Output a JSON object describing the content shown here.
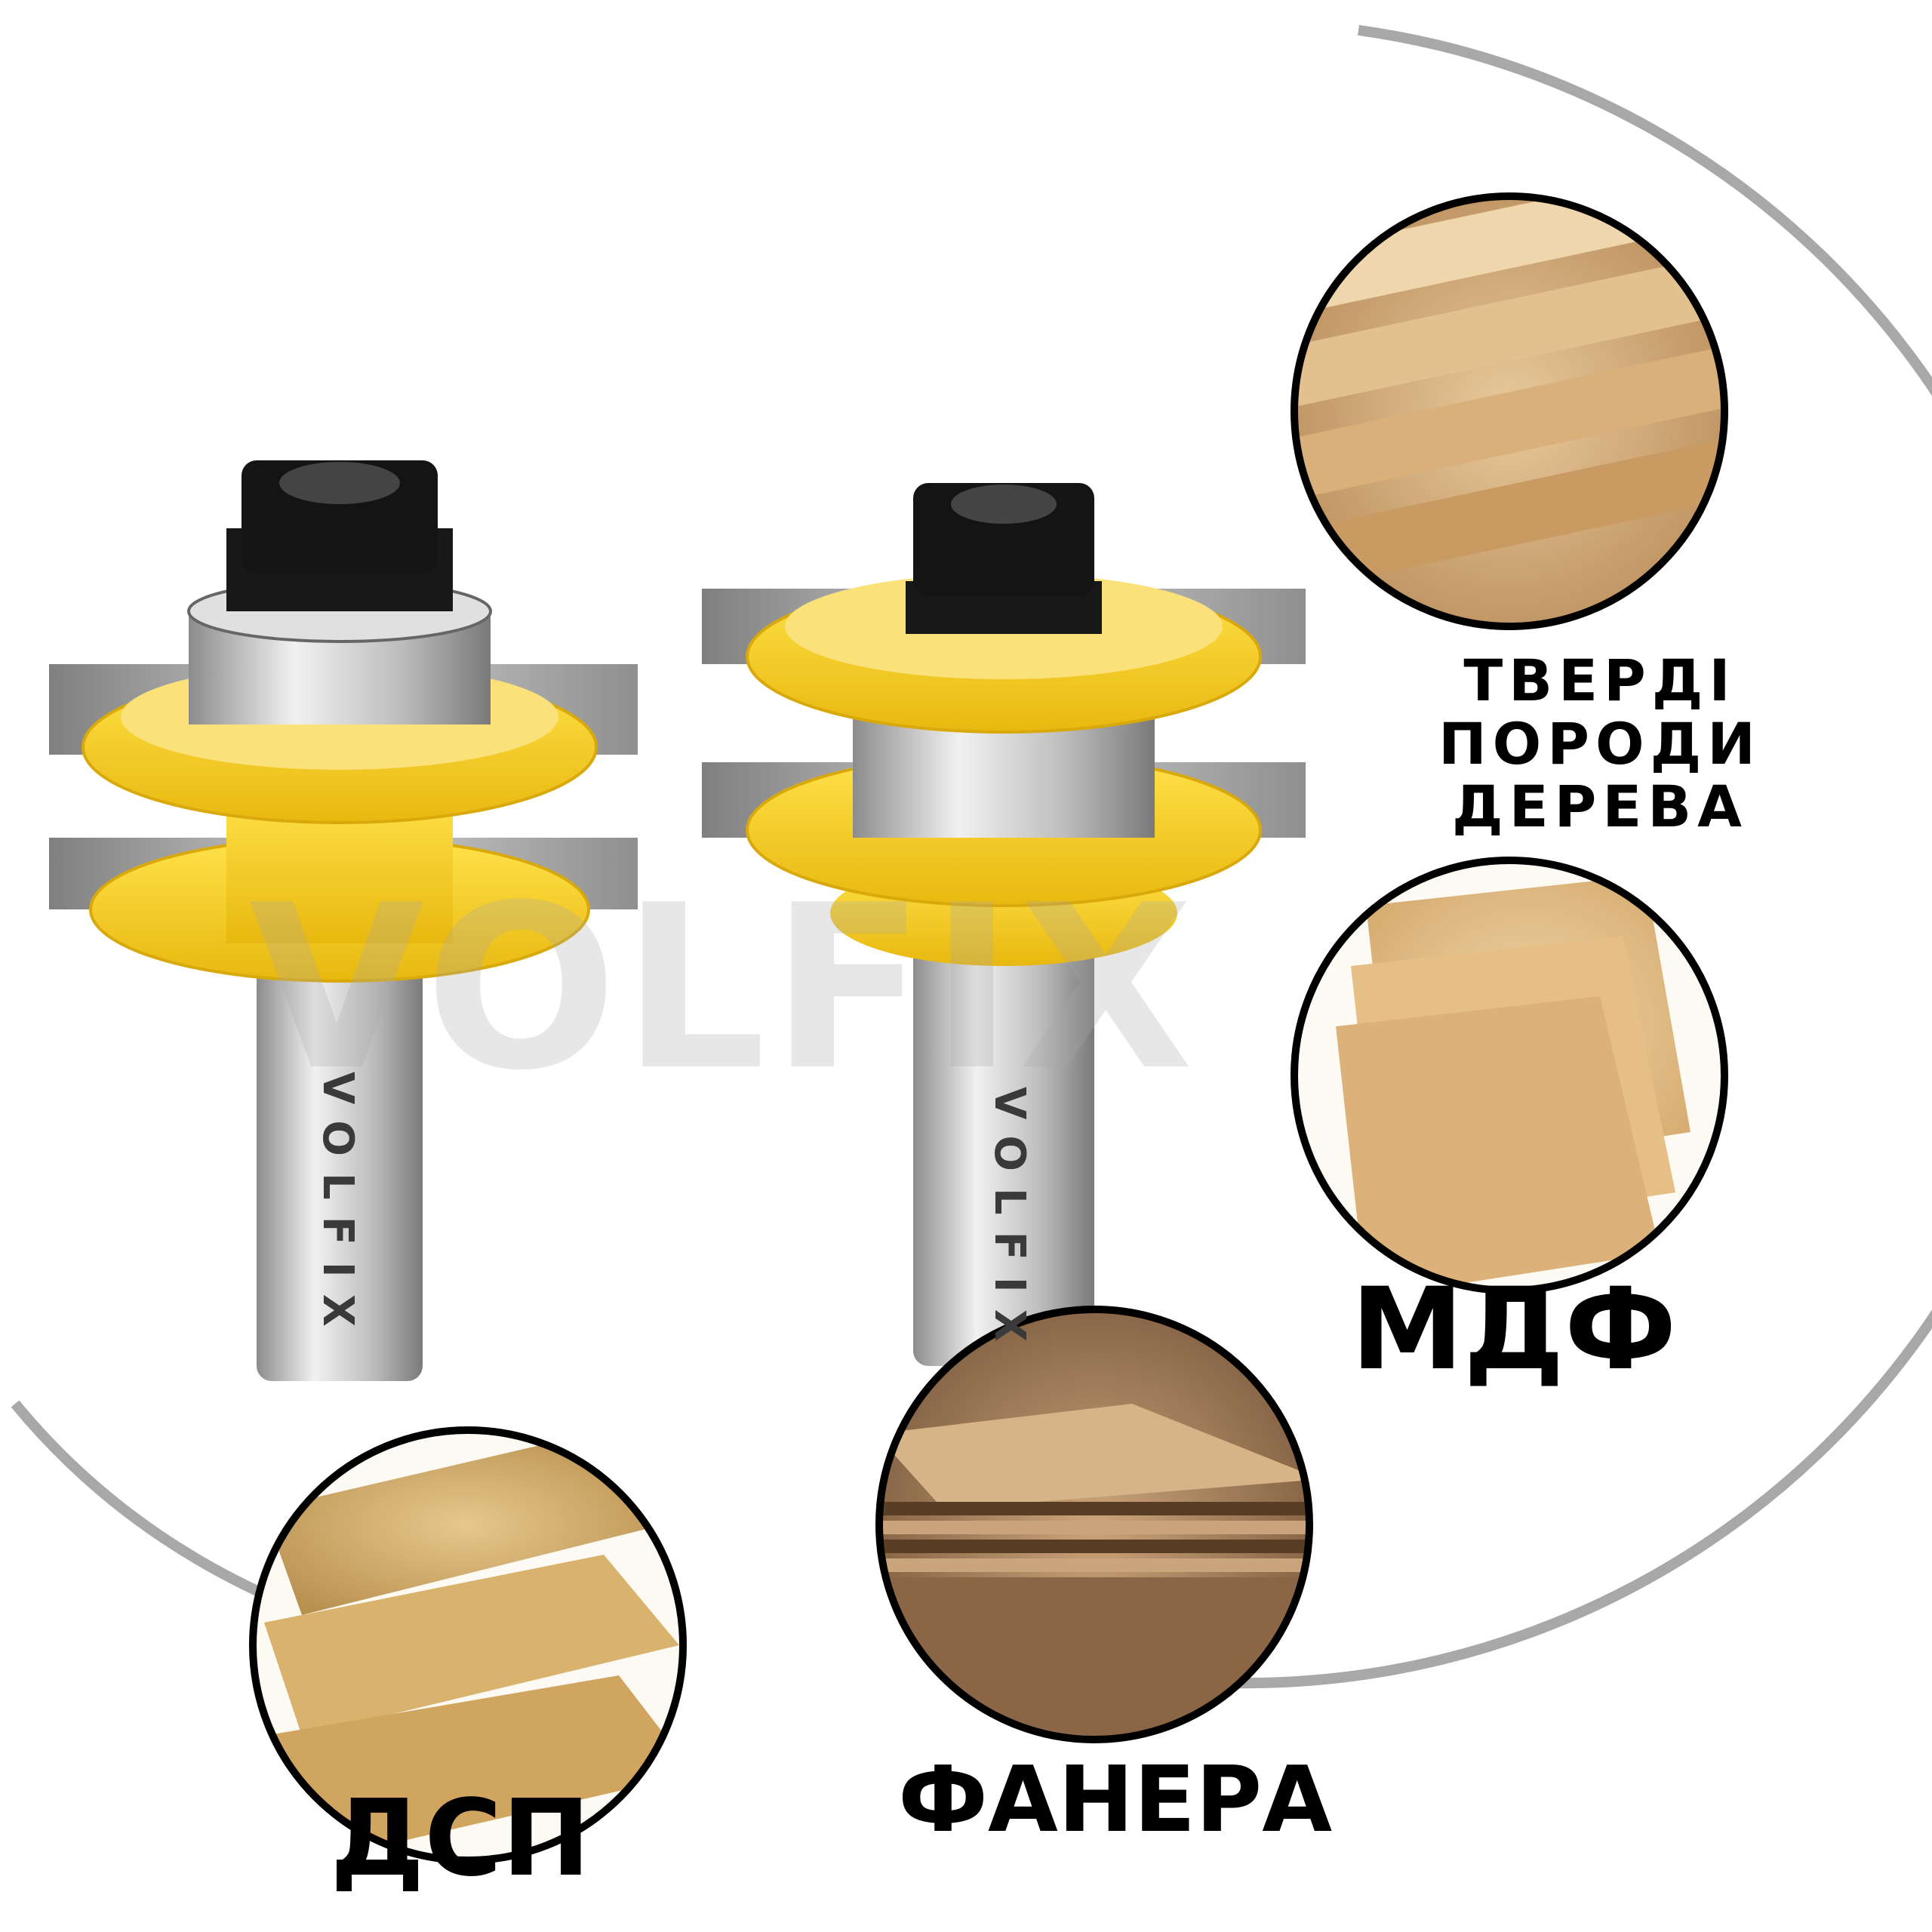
{
  "brand": {
    "watermark": "VOLFIX",
    "shank_text_left": "VOLFIX",
    "shank_text_right": "VOLFIX"
  },
  "materials": [
    {
      "label_line1": "ТВЕРДІ ПОРОДИ",
      "label_line2": "ДЕРЕВА",
      "icon": "hardwood-planks-image"
    },
    {
      "label": "МДФ",
      "icon": "mdf-boards-image"
    },
    {
      "label": "ФАНЕРА",
      "icon": "plywood-image"
    },
    {
      "label": "ДСП",
      "icon": "particleboard-image"
    }
  ],
  "colors": {
    "cutter_yellow": "#f6cf1c",
    "cutter_shadow": "#d9a90c",
    "shank_steel": "#c9c9c9",
    "nut_black": "#141414",
    "ring_gray": "#a8a8a8"
  }
}
